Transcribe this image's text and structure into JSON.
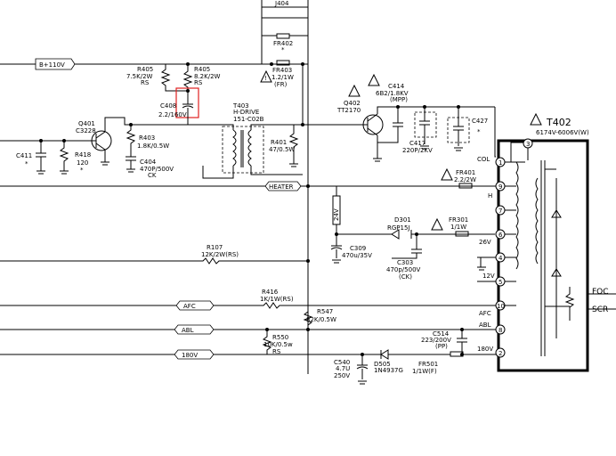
{
  "nets": {
    "b110": "B+110V",
    "heater": "HEATER",
    "afc": "AFC",
    "abl": "ABL",
    "v180": "180V",
    "v24": "24V"
  },
  "refs": {
    "j404": "J404",
    "fr402": "FR402",
    "star": "*",
    "fr403": "FR403",
    "fr403_val": "1.2/1W",
    "fr403_sub": "(FR)",
    "r405a": "R405",
    "r405a_val": "7.5K/2W",
    "r405a_sub": "RS",
    "r405b": "R405",
    "r405b_val": "8.2K/2W",
    "r405b_sub": "RS",
    "c408": "C408",
    "c408_val": "2.2/160V",
    "q401": "Q401",
    "q401_val": "C3228",
    "r403": "R403",
    "r403_val": "1.8K/0.5W",
    "c404": "C404",
    "c404_val": "470P/500V",
    "c404_sub": "CK",
    "c411": "C411",
    "r418": "R418",
    "r418_val": "120",
    "t403": "T403",
    "t403_val": "H-DRIVE",
    "t403_sub": "151-C02B",
    "r401": "R401",
    "r401_val": "47/0.5W",
    "q402": "Q402",
    "q402_val": "TT2170",
    "c414": "C414",
    "c414_val": "6B2/1.8KV",
    "c414_sub": "(MPP)",
    "c417": "C417",
    "c417_val": "220P/2KV",
    "c427": "C427",
    "t402": "T402",
    "t402_val": "6174V-6006V(W)",
    "fr401": "FR401",
    "fr401_val": "2.2/2W",
    "d301": "D301",
    "d301_val": "RGP15J",
    "fr301": "FR301",
    "fr301_val": "1/1W",
    "c309": "C309",
    "c309_val": "470u/35V",
    "c303": "C303",
    "c303_val": "470p/500V",
    "c303_sub": "(CK)",
    "r107": "R107",
    "r107_val": "12K/2W(RS)",
    "r416": "R416",
    "r416_val": "1K/1W(RS)",
    "r547": "R547",
    "r547_val": "82K/0.5W",
    "r550": "R550",
    "r550_val": "10K/0.5w",
    "r550_sub": "RS",
    "c514": "C514",
    "c514_val": "223/200V",
    "c514_sub": "(PP)",
    "c540": "C540",
    "c540_val": "4.7U",
    "c540_sub": "250V",
    "d505": "D505",
    "d505_val": "1N4937G",
    "fr501": "FR501",
    "fr501_val": "1/1W(F)"
  },
  "pins": {
    "p1": "1",
    "p2": "2",
    "p3": "3",
    "p4": "4",
    "p5": "5",
    "p6": "6",
    "p7": "7",
    "p9": "9",
    "p10": "10",
    "p8": "8"
  },
  "pin_labels": {
    "col": "COL",
    "h": "H",
    "v26": "26V",
    "v12": "12V",
    "afc": "AFC",
    "abl": "ABL",
    "v180": "180V"
  },
  "side": {
    "focus": "FOC",
    "screen": "SCR"
  }
}
